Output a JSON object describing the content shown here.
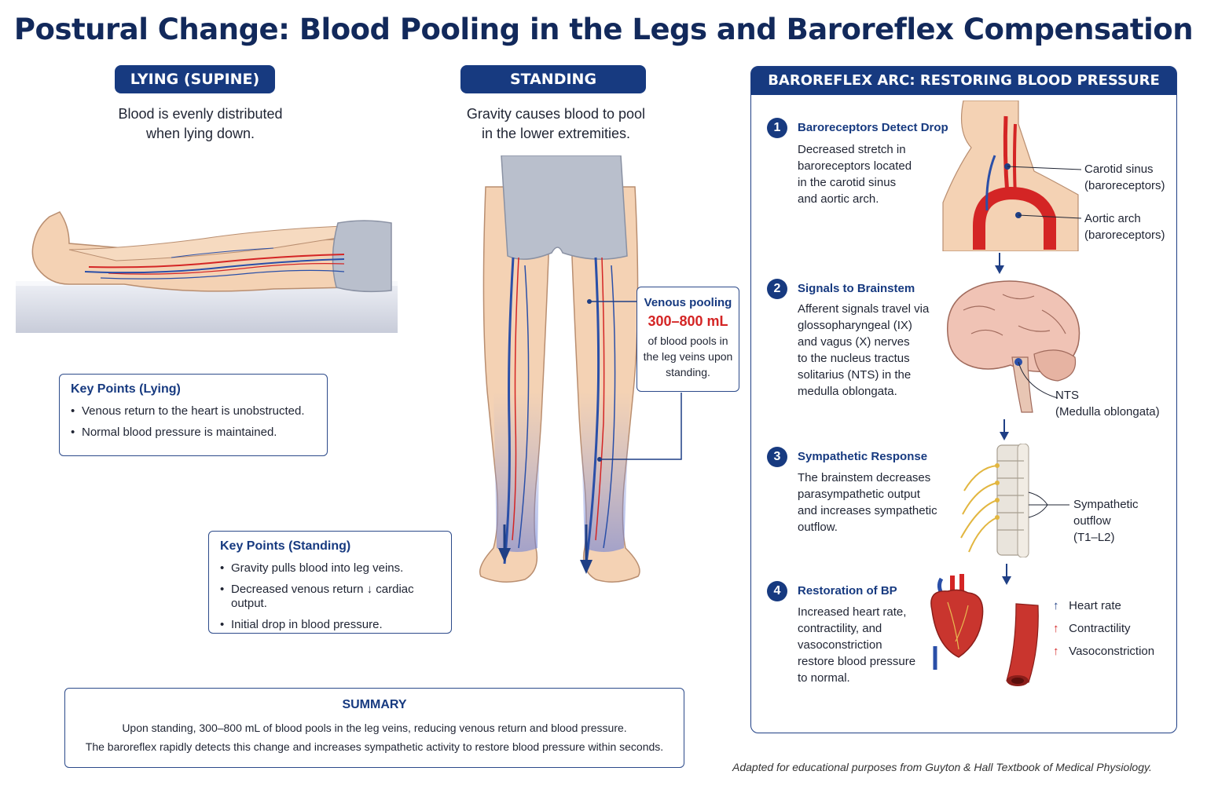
{
  "title": "Postural Change: Blood Pooling in the Legs and Baroreflex Compensation",
  "lying": {
    "header": "LYING (SUPINE)",
    "desc_line1": "Blood is evenly distributed",
    "desc_line2": "when lying down.",
    "key_points": {
      "title": "Key Points (Lying)",
      "items": [
        "Venous return to the heart is unobstructed.",
        "Normal blood pressure is maintained."
      ]
    }
  },
  "standing": {
    "header": "STANDING",
    "desc_line1": "Gravity causes blood to pool",
    "desc_line2": "in the lower extremities.",
    "pooling": {
      "title": "Venous pooling",
      "value": "300–800 mL",
      "line1": "of blood pools in",
      "line2": "the leg veins upon",
      "line3": "standing."
    },
    "key_points": {
      "title": "Key Points (Standing)",
      "items": [
        "Gravity pulls blood into leg veins.",
        "Decreased venous return ↓ cardiac output.",
        "Initial drop in blood pressure."
      ]
    }
  },
  "summary": {
    "title": "SUMMARY",
    "line1": "Upon standing, 300–800 mL of blood pools in the leg veins, reducing venous return and blood pressure.",
    "line2": "The baroreflex rapidly detects this change and increases sympathetic activity to restore blood pressure within seconds."
  },
  "arc": {
    "header": "BAROREFLEX ARC: RESTORING BLOOD PRESSURE",
    "steps": [
      {
        "num": "1",
        "title": "Baroreceptors Detect Drop",
        "lines": [
          "Decreased stretch in",
          "baroreceptors located",
          "in the carotid sinus",
          "and aortic arch."
        ]
      },
      {
        "num": "2",
        "title": "Signals to Brainstem",
        "lines": [
          "Afferent signals travel via",
          "glossopharyngeal (IX)",
          "and vagus (X) nerves",
          "to the nucleus tractus",
          "solitarius (NTS) in the",
          "medulla oblongata."
        ]
      },
      {
        "num": "3",
        "title": "Sympathetic Response",
        "lines": [
          "The brainstem decreases",
          "parasympathetic output",
          "and increases sympathetic",
          "outflow."
        ]
      },
      {
        "num": "4",
        "title": "Restoration of BP",
        "lines": [
          "Increased heart rate,",
          "contractility, and",
          "vasoconstriction",
          "restore blood pressure",
          "to normal."
        ]
      }
    ],
    "labels": {
      "carotid_1": "Carotid sinus",
      "carotid_2": "(baroreceptors)",
      "aortic_1": "Aortic arch",
      "aortic_2": "(baroreceptors)",
      "nts_1": "NTS",
      "nts_2": "(Medulla oblongata)",
      "symp_1": "Sympathetic",
      "symp_2": "outflow",
      "symp_3": "(T1–L2)"
    },
    "effects": [
      {
        "arrow": "↑",
        "label": "Heart rate",
        "color": "#1f3f85"
      },
      {
        "arrow": "↑",
        "label": "Contractility",
        "color": "#d42525"
      },
      {
        "arrow": "↑",
        "label": "Vasoconstriction",
        "color": "#d42525"
      }
    ]
  },
  "credit": "Adapted for educational purposes from Guyton & Hall Textbook of Medical Physiology.",
  "colors": {
    "navy": "#173a80",
    "artery_red": "#d42525",
    "vein_blue": "#2a4fa8",
    "skin": "#f4d2b4"
  }
}
